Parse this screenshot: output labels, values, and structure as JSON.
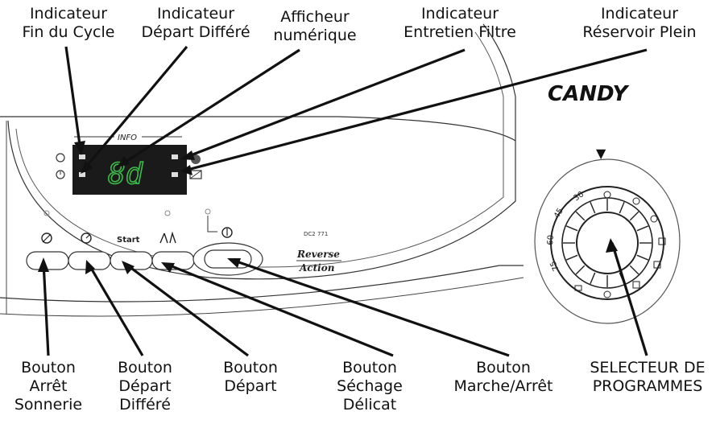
{
  "brand": "CANDY",
  "panel": {
    "info_label": "INFO",
    "display_value": "8d",
    "button_start_label": "Start",
    "model_code": "DC2 771",
    "reverse_label": "Reverse",
    "action_label": "Action"
  },
  "dial": {
    "marker": "▼",
    "temperatures": [
      "30",
      "45",
      "60",
      "75"
    ],
    "icons": [
      "drum-icon",
      "sun-icon",
      "snowflake-icon",
      "fan-icon",
      "shirt-icon",
      "wool-icon",
      "drop-icon"
    ]
  },
  "callouts_top": [
    {
      "lines": [
        "Indicateur",
        "Fin du Cycle"
      ]
    },
    {
      "lines": [
        "Indicateur",
        "Départ Différé"
      ]
    },
    {
      "lines": [
        "Afficheur",
        "numérique"
      ]
    },
    {
      "lines": [
        "Indicateur",
        "Entretien Filtre"
      ]
    },
    {
      "lines": [
        "Indicateur",
        "Réservoir Plein"
      ]
    }
  ],
  "callouts_bottom": [
    {
      "lines": [
        "Bouton",
        "Arrêt",
        "Sonnerie"
      ]
    },
    {
      "lines": [
        "Bouton",
        "Départ",
        "Différé"
      ]
    },
    {
      "lines": [
        "Bouton",
        "Départ"
      ]
    },
    {
      "lines": [
        "Bouton",
        "Séchage",
        "Délicat"
      ]
    },
    {
      "lines": [
        "Bouton",
        "Marche/Arrêt"
      ]
    },
    {
      "lines": [
        "SELECTEUR DE",
        "PROGRAMMES"
      ]
    }
  ],
  "colors": {
    "line": "#222222",
    "panel_display_bg": "#1a1a1a",
    "digit_green": "#3dbb4a",
    "led_gray": "#888888"
  }
}
